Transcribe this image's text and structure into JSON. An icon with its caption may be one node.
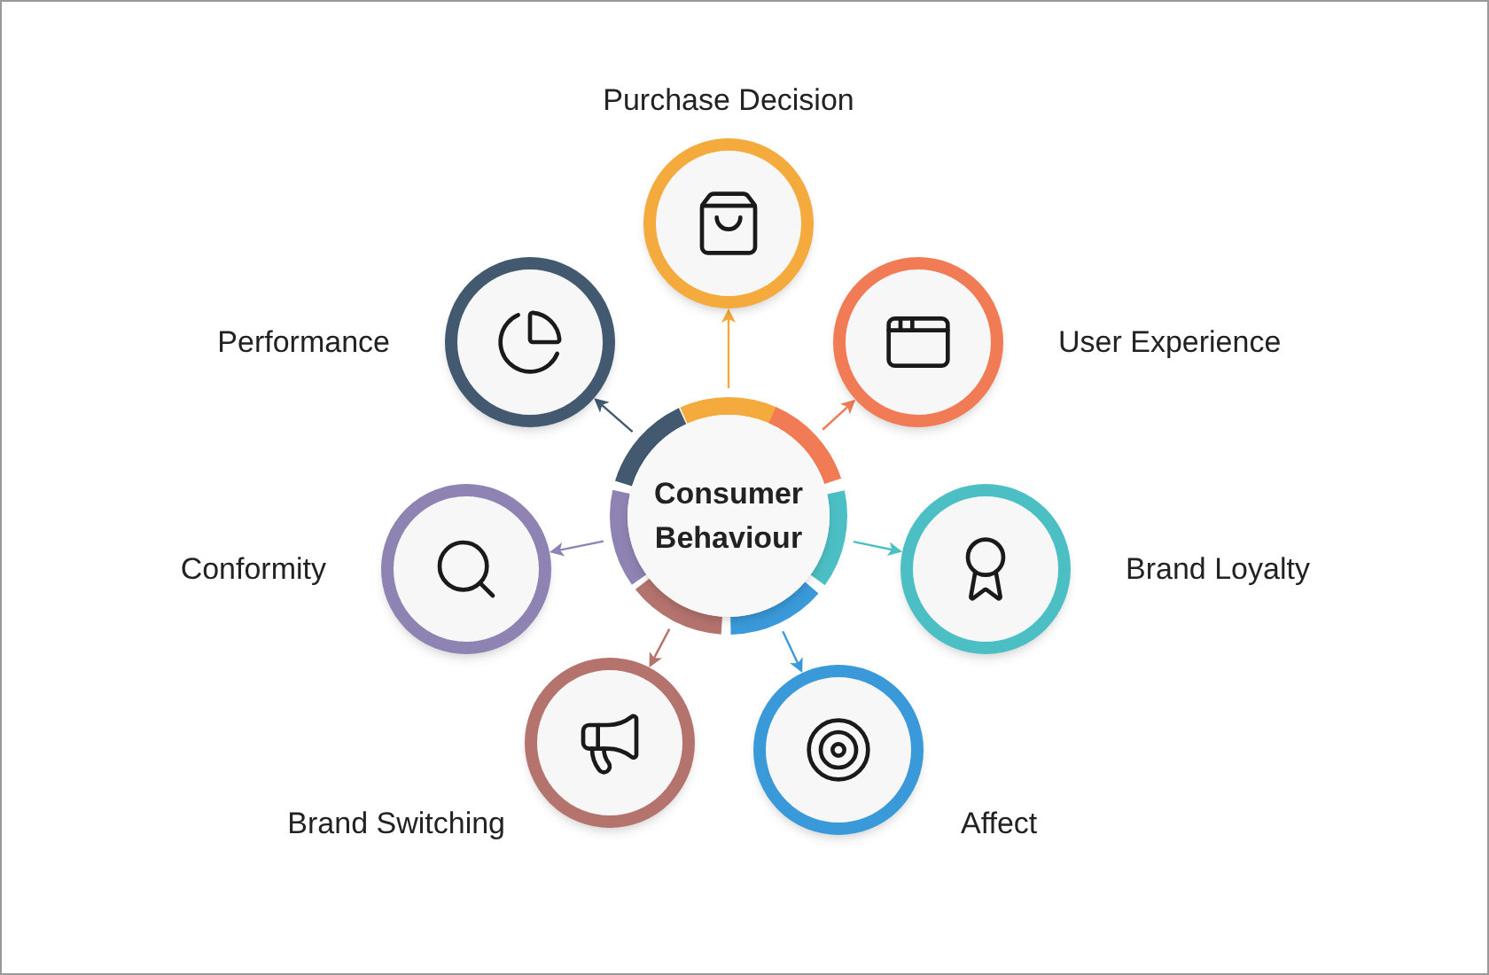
{
  "diagram": {
    "nodes": [
      {
        "text": [
          "Consumer Behaviour"
        ]
      },
      {
        "text": [
          "Purchase Decision"
        ]
      },
      {
        "text": [
          "User Experience"
        ]
      },
      {
        "text": [
          "Brand Loyalty"
        ]
      },
      {
        "text": [
          "Affect"
        ]
      },
      {
        "text": [
          "Brand Switching"
        ]
      },
      {
        "text": [
          "Conformity"
        ]
      },
      {
        "text": [
          "Performance"
        ]
      }
    ],
    "edges": [
      {
        "from": 0,
        "to": 1,
        "arrow": "to",
        "color": "#f4aa3c"
      },
      {
        "from": 0,
        "to": 2,
        "arrow": "to",
        "color": "#f07b55"
      },
      {
        "from": 0,
        "to": 3,
        "arrow": "to",
        "color": "#4cbfc4"
      },
      {
        "from": 0,
        "to": 4,
        "arrow": "to",
        "color": "#3a9ad9"
      },
      {
        "from": 0,
        "to": 5,
        "arrow": "to",
        "color": "#b5736e"
      },
      {
        "from": 0,
        "to": 6,
        "arrow": "to",
        "color": "#8f83b3"
      },
      {
        "from": 0,
        "to": 7,
        "arrow": "to",
        "color": "#42596f"
      }
    ]
  }
}
